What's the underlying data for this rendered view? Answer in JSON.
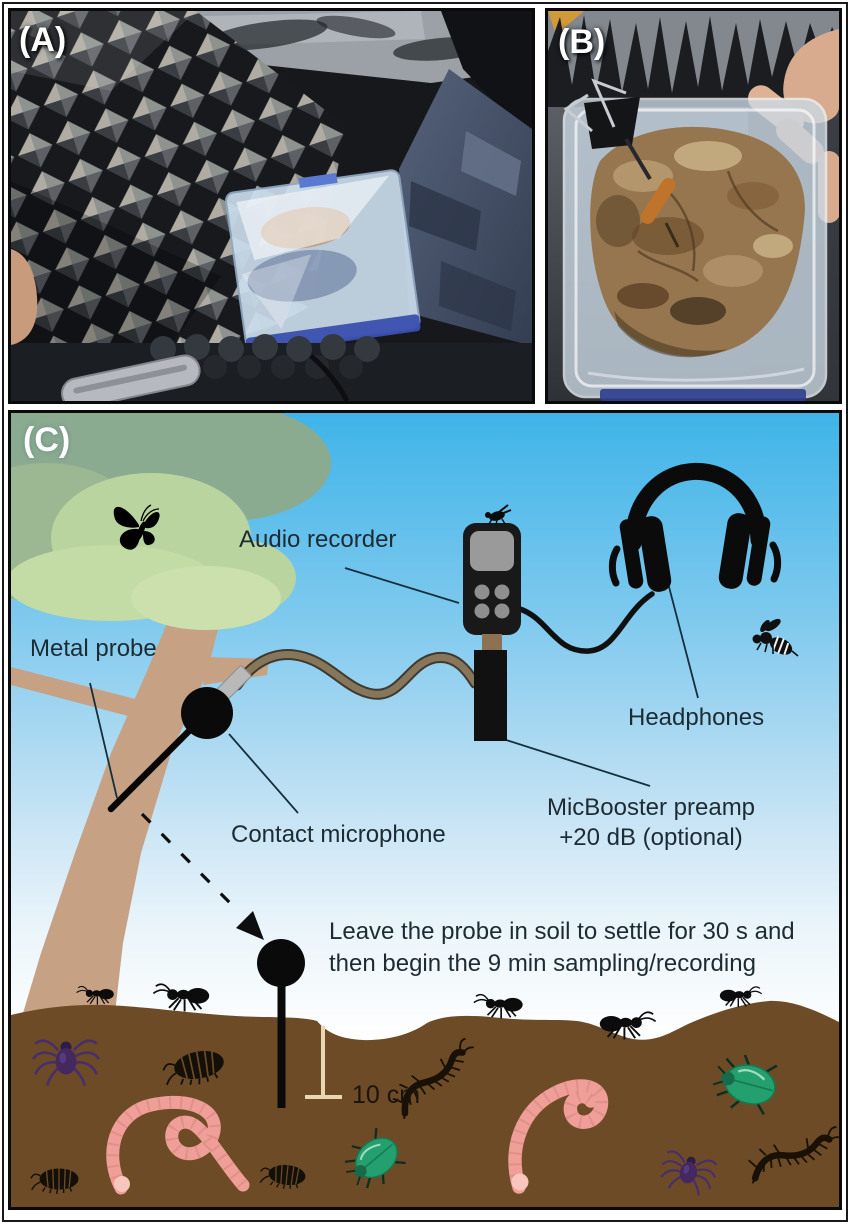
{
  "figure": {
    "panel_a": {
      "label": "(A)"
    },
    "panel_b": {
      "label": "(B)"
    },
    "panel_c": {
      "label": "(C)",
      "annotations": {
        "audio_recorder": "Audio recorder",
        "metal_probe": "Metal probe",
        "contact_microphone": "Contact microphone",
        "micbooster_line1": "MicBooster preamp",
        "micbooster_line2": "+20 dB (optional)",
        "headphones": "Headphones",
        "instruction_line1": "Leave the probe in soil to settle for 30 s and",
        "instruction_line2": "then begin the 9 min sampling/recording",
        "depth": "10 cm"
      }
    },
    "colors": {
      "sky_top": "#3fb4e8",
      "soil_brown": "#6d4b26",
      "canopy_green_dark": "#8aab90",
      "canopy_green_light": "#b9d49e",
      "trunk_tan": "#c7a183",
      "worm_pink": "#ef9f97",
      "beetle_green": "#23a06e",
      "spider_purple": "#43295f",
      "measure_line_cream": "#e9d7b4"
    }
  }
}
